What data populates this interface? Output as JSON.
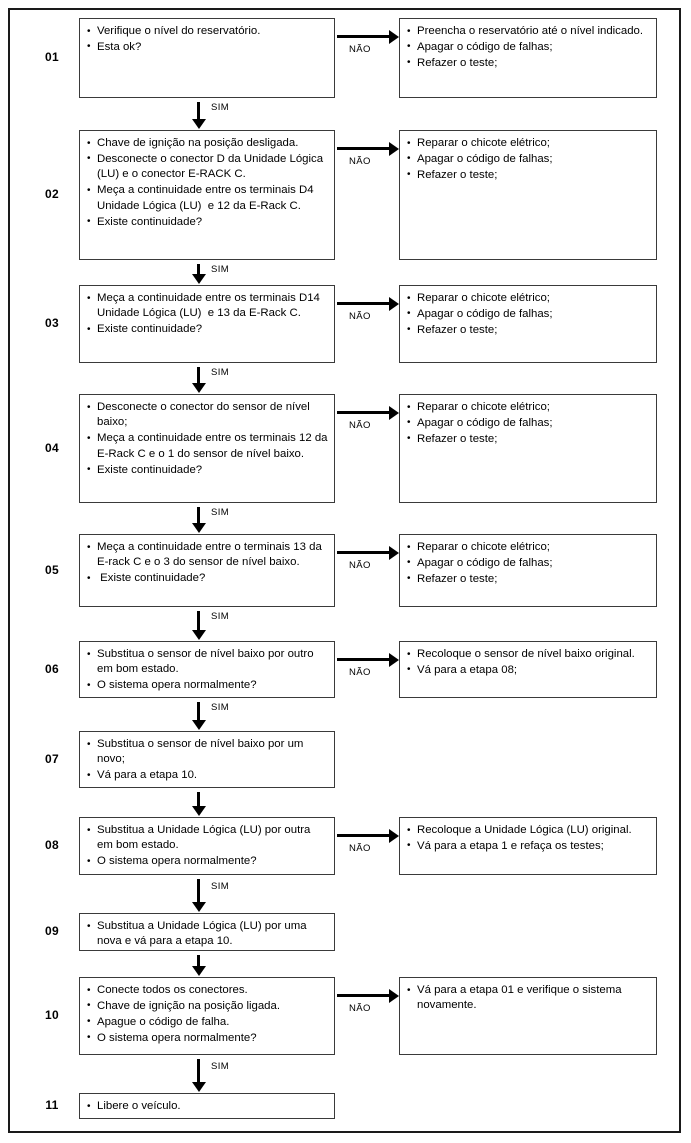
{
  "labels": {
    "yes": "SIM",
    "no": "NÃO"
  },
  "colors": {
    "frame": "#1a1a1a",
    "box_border": "#3a3a3a",
    "text": "#000000",
    "background": "#ffffff"
  },
  "steps": [
    {
      "number": "01",
      "action_items": [
        "Verifique o nível do reservatório.",
        "Esta ok?"
      ],
      "branch_items": [
        "Preencha o reservatório até o nível indicado.",
        "Apagar o código de falhas;",
        "Refazer o teste;"
      ],
      "has_branch": true,
      "next_label": "SIM"
    },
    {
      "number": "02",
      "action_items": [
        "Chave de ignição na posição desligada.",
        "Desconecte o conector D da Unidade Lógica (LU) e o conector E-RACK C.",
        "Meça a continuidade entre os terminais D4 Unidade Lógica (LU)  e 12 da E-Rack C.",
        "Existe continuidade?"
      ],
      "branch_items": [
        "Reparar o chicote elétrico;",
        "Apagar o código de falhas;",
        "Refazer o teste;"
      ],
      "has_branch": true,
      "next_label": "SIM"
    },
    {
      "number": "03",
      "action_items": [
        "Meça a continuidade entre os terminais D14 Unidade Lógica (LU)  e 13 da E-Rack C.",
        "Existe continuidade?"
      ],
      "branch_items": [
        "Reparar o chicote elétrico;",
        "Apagar o código de falhas;",
        "Refazer o teste;"
      ],
      "has_branch": true,
      "next_label": "SIM"
    },
    {
      "number": "04",
      "action_items": [
        "Desconecte o conector do sensor de nível baixo;",
        "Meça a continuidade entre os terminais 12 da E-Rack C e o 1 do sensor de nível baixo.",
        "Existe continuidade?"
      ],
      "branch_items": [
        "Reparar o chicote elétrico;",
        "Apagar o código de falhas;",
        "Refazer o teste;"
      ],
      "has_branch": true,
      "next_label": "SIM"
    },
    {
      "number": "05",
      "action_items": [
        "Meça a continuidade entre o terminais 13 da E-rack C e o 3 do sensor de nível baixo.",
        " Existe continuidade?"
      ],
      "branch_items": [
        "Reparar o chicote elétrico;",
        "Apagar o código de falhas;",
        "Refazer o teste;"
      ],
      "has_branch": true,
      "next_label": "SIM"
    },
    {
      "number": "06",
      "action_items": [
        "Substitua o sensor de nível baixo por outro em bom estado.",
        "O sistema opera normalmente?"
      ],
      "branch_items": [
        "Recoloque o sensor de nível baixo original.",
        "Vá para a etapa 08;"
      ],
      "has_branch": true,
      "next_label": "SIM"
    },
    {
      "number": "07",
      "action_items": [
        "Substitua o sensor de nível baixo por um novo;",
        "Vá para a etapa 10."
      ],
      "branch_items": [],
      "has_branch": false,
      "next_label": ""
    },
    {
      "number": "08",
      "action_items": [
        "Substitua a Unidade Lógica (LU) por outra  em bom estado.",
        "O sistema opera normalmente?"
      ],
      "branch_items": [
        "Recoloque a Unidade Lógica (LU) original.",
        "Vá para a etapa 1 e refaça os testes;"
      ],
      "has_branch": true,
      "next_label": "SIM"
    },
    {
      "number": "09",
      "action_items": [
        "Substitua a Unidade Lógica (LU) por uma nova e vá para a etapa 10."
      ],
      "branch_items": [],
      "has_branch": false,
      "next_label": ""
    },
    {
      "number": "10",
      "action_items": [
        "Conecte todos os conectores.",
        "Chave de ignição na posição ligada.",
        "Apague o código de falha.",
        "O sistema opera normalmente?"
      ],
      "branch_items": [
        "Vá para a etapa 01 e verifique o sistema novamente."
      ],
      "has_branch": true,
      "next_label": "SIM"
    },
    {
      "number": "11",
      "action_items": [
        "Libere o veículo."
      ],
      "branch_items": [],
      "has_branch": false,
      "next_label": ""
    }
  ]
}
